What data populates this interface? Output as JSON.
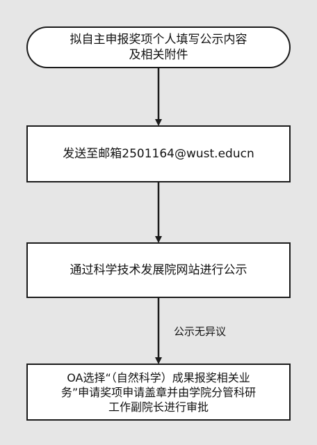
{
  "nodes": {
    "start": {
      "line1": "拟自主申报奖项个人填写公示内容",
      "line2": "及相关附件"
    },
    "email": {
      "text": "发送至邮箱2501164@wust.educn"
    },
    "website": {
      "text": "通过科学技术发展院网站进行公示"
    },
    "oa": {
      "line1": "OA选择“（自然科学）成果报奖相关业",
      "line2": "务”申请奖项申请盖章并由学院分管科研",
      "line3": "工作副院长进行审批"
    }
  },
  "edge_labels": {
    "no_objection": "公示无异议"
  },
  "colors": {
    "background": "#e6e6e6",
    "node_fill": "#ffffff",
    "stroke": "#1a1a1a"
  }
}
